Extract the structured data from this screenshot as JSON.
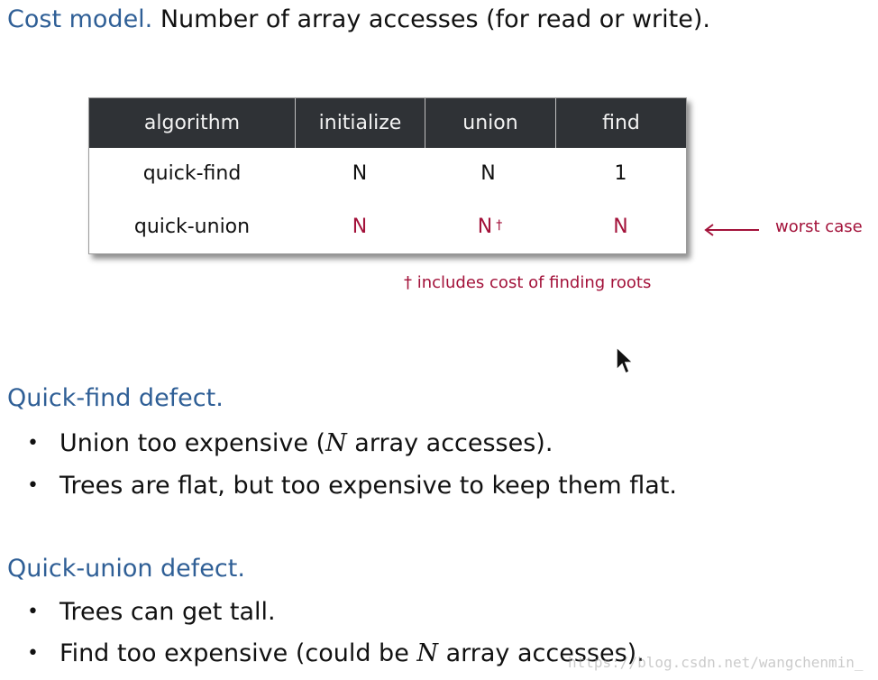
{
  "cost_model": {
    "label": "Cost model.",
    "description": "Number of array accesses (for read or write)."
  },
  "table": {
    "headers": [
      "algorithm",
      "initialize",
      "union",
      "find"
    ],
    "rows": [
      {
        "algorithm": "quick-find",
        "initialize": "N",
        "union": "N",
        "union_mark": "",
        "find": "1"
      },
      {
        "algorithm": "quick-union",
        "initialize": "N",
        "union": "N",
        "union_mark": "†",
        "find": "N"
      }
    ],
    "highlight_color": "#a3123a"
  },
  "annotation": {
    "worst_case": "worst case",
    "footnote": "† includes cost of finding roots"
  },
  "quick_find": {
    "title": "Quick-find defect.",
    "bullets": [
      {
        "pre": "Union too expensive (",
        "n": "N",
        "post": " array accesses)."
      },
      {
        "text": "Trees are flat, but too expensive to keep them flat."
      }
    ]
  },
  "quick_union": {
    "title": "Quick-union defect.",
    "bullets": [
      {
        "text": "Trees can get tall."
      },
      {
        "pre": "Find too expensive (could be ",
        "n": "N",
        "post": " array accesses)."
      }
    ]
  },
  "watermark": "https://blog.csdn.net/wangchenmin_",
  "bullet_glyph": "•"
}
